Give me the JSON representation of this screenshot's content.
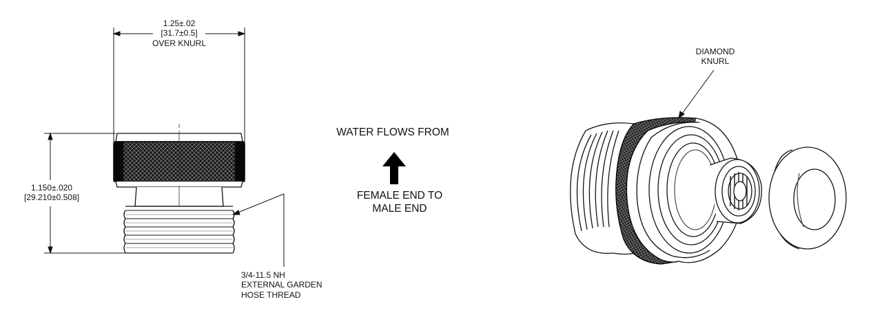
{
  "dimensions": {
    "width": {
      "imperial": "1.25±.02",
      "metric": "31.7±0.5",
      "note": "OVER KNURL"
    },
    "height": {
      "imperial": "1.150±.020",
      "metric": "29.210±0.508"
    }
  },
  "thread_callout": [
    "3/4-11.5 NH",
    "EXTERNAL GARDEN",
    "HOSE THREAD"
  ],
  "flow_note": {
    "line1": "WATER FLOWS FROM",
    "line2": "FEMALE END TO",
    "line3": "MALE END"
  },
  "knurl_callout": [
    "DIAMOND",
    "KNURL"
  ]
}
